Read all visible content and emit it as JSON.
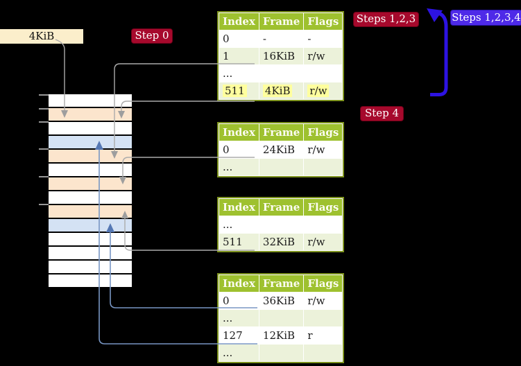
{
  "colors": {
    "table_header_green": "#9EC12F",
    "row_shade": "#ECF2DA",
    "peach": "#FCE5CD",
    "blue_row": "#D4E2F4",
    "cream": "#FBEECB",
    "badge_red": "#A6092C",
    "badge_blue": "#4E2AE8",
    "loop_arrow_blue": "#2D13E2",
    "connector_gray": "#ABABAB",
    "connector_blue": "#7896C4",
    "connector_blue_head": "#5578B4",
    "highlight_yellow": "#FFFF9E"
  },
  "labels": {
    "frame_4kib": "4KiB"
  },
  "badges": {
    "step0": "Step 0",
    "steps123": "Steps 1,2,3",
    "steps1234": "Steps 1,2,3,4",
    "step4": "Step 4"
  },
  "memory": {
    "row_pattern": [
      "white",
      "peach",
      "white",
      "blue",
      "peach",
      "white",
      "peach",
      "white",
      "peach",
      "blue",
      "white",
      "white",
      "white",
      "white"
    ],
    "tick_count": 6
  },
  "tables": {
    "t1": {
      "headers": [
        "Index",
        "Frame",
        "Flags"
      ],
      "rows": [
        {
          "cells": [
            "0",
            "-",
            "-"
          ]
        },
        {
          "cells": [
            "1",
            "16KiB",
            "r/w"
          ]
        },
        {
          "cells": [
            "...",
            "",
            ""
          ]
        },
        {
          "cells": [
            "511",
            "4KiB",
            "r/w"
          ],
          "highlight": true
        }
      ]
    },
    "t2": {
      "headers": [
        "Index",
        "Frame",
        "Flags"
      ],
      "rows": [
        {
          "cells": [
            "0",
            "24KiB",
            "r/w"
          ]
        },
        {
          "cells": [
            "...",
            "",
            ""
          ]
        }
      ]
    },
    "t3": {
      "headers": [
        "Index",
        "Frame",
        "Flags"
      ],
      "rows": [
        {
          "cells": [
            "...",
            "",
            ""
          ]
        },
        {
          "cells": [
            "511",
            "32KiB",
            "r/w"
          ]
        }
      ]
    },
    "t4": {
      "headers": [
        "Index",
        "Frame",
        "Flags"
      ],
      "rows": [
        {
          "cells": [
            "0",
            "36KiB",
            "r/w"
          ]
        },
        {
          "cells": [
            "...",
            "",
            ""
          ]
        },
        {
          "cells": [
            "127",
            "12KiB",
            "r"
          ]
        },
        {
          "cells": [
            "...",
            "",
            ""
          ]
        }
      ]
    }
  }
}
